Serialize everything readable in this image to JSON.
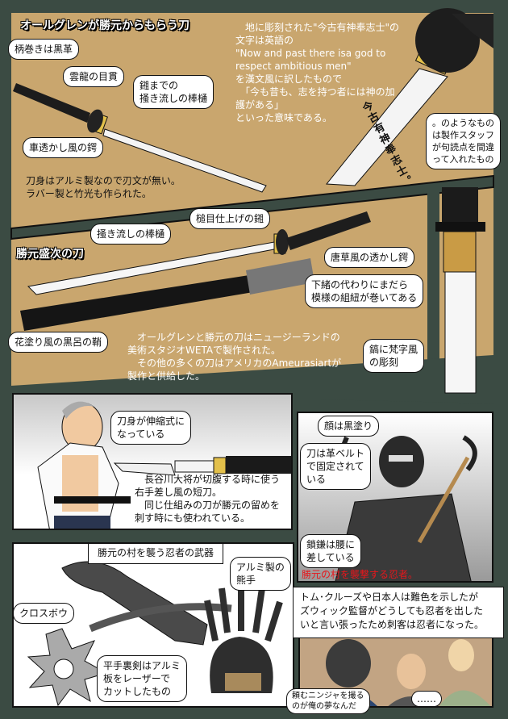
{
  "colors": {
    "background": "#3b4b43",
    "tan": "#c9a66e",
    "ninja_red": "#e8161b"
  },
  "section1": {
    "title": "オールグレンが勝元からもらう刀",
    "bubbles": [
      "柄巻きは黒革",
      "雲龍の目貫",
      "鎺までの\n掻き流しの棒樋",
      "車透かし風の鍔"
    ],
    "note": "刀身はアルミ製なので刃文が無い。\nラバー製と竹光も作られた。",
    "inscription_text": "　地に彫刻された\"今古有神奉志士\"の\n文字は英語の\n\"Now and past there isa god to\nrespect ambitious men\"\nを漢文風に訳したもので\n　「今も昔も、志を持つ者には神の加\n護がある」\nといった意味である。",
    "blade_inscription": "今古有神奉志士。",
    "punctuation_bubble": "。のようなもの\nは製作スタッフ\nが句読点を間違\nって入れたもの"
  },
  "section2": {
    "title": "勝元盛次の刀",
    "bubbles": [
      "槌目仕上げの鎺",
      "掻き流しの棒樋",
      "唐草風の透かし鍔",
      "下緒の代わりにまだら\n模様の組紐が巻いてある",
      "花塗り風の黒呂の鞘",
      "鎬に梵字風\nの彫刻"
    ],
    "note": "　オールグレンと勝元の刀はニュージーランドの\n美術スタジオWETAで製作された。\n　その他の多くの刀はアメリカのAmeurasiartが\n製作と供給した。"
  },
  "section3": {
    "bubble": "刀身が伸縮式に\nなっている",
    "note": "　長谷川大将が切腹する時に使う\n右手差し風の短刀。\n　同じ仕組みの刀が勝元の留めを\n刺す時にも使われている。"
  },
  "section4": {
    "bubbles": [
      "顔は黒塗り",
      "刀は革ベルト\nで固定されて\nいる",
      "鎖鎌は腰に\n差している"
    ],
    "red_caption": "勝元の村を襲撃する忍者。"
  },
  "section5": {
    "label": "勝元の村を襲う忍者の武器",
    "bubbles": [
      "アルミ製の\n熊手",
      "クロスボウ",
      "平手裏剣はアルミ\n板をレーザーで\nカットしたもの"
    ]
  },
  "section6": {
    "caption": "トム･クルーズや日本人は難色を示したが\nズウィック監督がどうしても忍者を出した\nいと言い張ったため刺客は忍者になった。",
    "bubbles": [
      "頼むニンジャを撮る\nのが俺の夢なんだ",
      "……"
    ]
  }
}
